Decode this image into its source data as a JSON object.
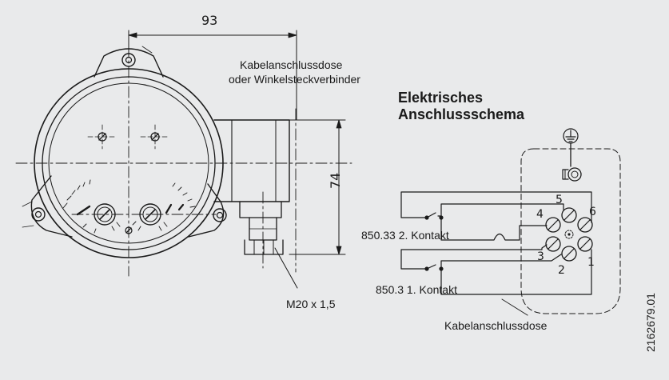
{
  "dimensions": {
    "width": "93",
    "height": "74",
    "thread": "M20 x 1,5"
  },
  "labels": {
    "connector_line1": "Kabelanschlussdose",
    "connector_line2": "oder  Winkelsteckverbinder",
    "schema_line1": "Elektrisches",
    "schema_line2": "Anschlussschema",
    "contact2": "850.33   2. Kontakt",
    "contact1": "850.3   1. Kontakt",
    "box": "Kabelanschlussdose",
    "drawing_number": "2162679.01"
  },
  "terminals": [
    "1",
    "2",
    "3",
    "4",
    "5",
    "6"
  ],
  "colors": {
    "background": "#e9eaeb",
    "line": "#1a1a1a"
  },
  "icons": [
    "ground-symbol-icon",
    "terminal-screw-icon",
    "potentiometer-knob-icon"
  ]
}
